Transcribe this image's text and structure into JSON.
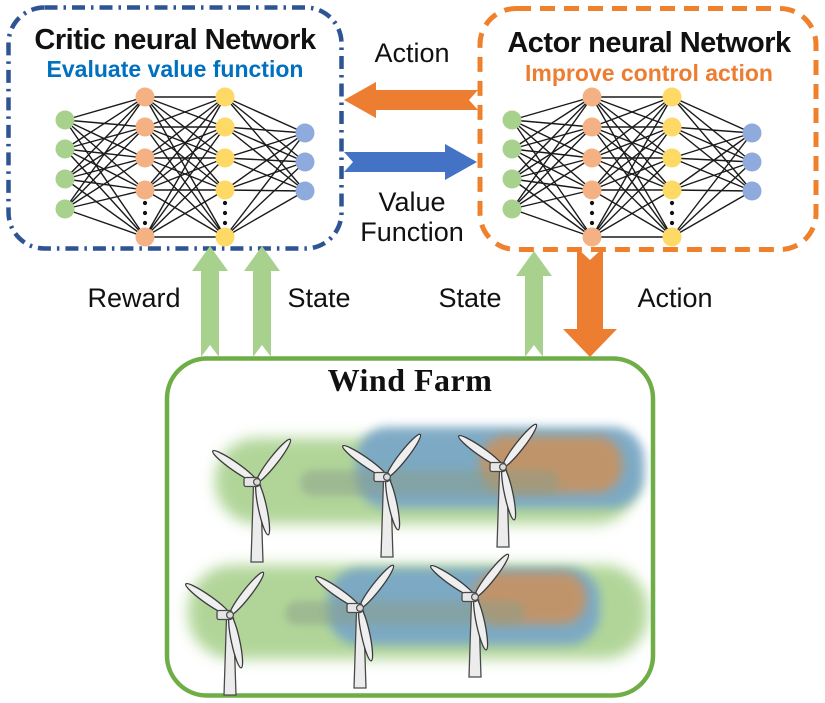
{
  "critic": {
    "title": "Critic neural Network",
    "subtitle": "Evaluate value function",
    "subtitle_color": "#0070c0",
    "border_color": "#2e5494"
  },
  "actor": {
    "title": "Actor neural Network",
    "subtitle": "Improve control action",
    "subtitle_color": "#ed7d31",
    "border_color": "#f0812c"
  },
  "exchange": {
    "action_label": "Action",
    "value_label": "Value Function",
    "action_arrow_color": "#ed7d31",
    "value_arrow_color": "#4472c4"
  },
  "environment_links": {
    "reward_label": "Reward",
    "state_label_critic": "State",
    "state_label_actor": "State",
    "action_label": "Action",
    "state_reward_arrow_color": "#a9d18e",
    "action_arrow_color": "#ed7d31"
  },
  "wind_farm": {
    "title": "Wind Farm",
    "border_color": "#6fae46",
    "turbine_count": 6,
    "wake_colors": {
      "near_wake": "#a9d18e",
      "mid_wake": "#7aa7c6",
      "far_wake": "#c0946a",
      "streak": "#8a9e8a"
    }
  },
  "neural_network": {
    "node_line_color": "#1a1a1a",
    "layers": [
      {
        "role": "input-layer",
        "color": "#a9d18e",
        "count": 4,
        "ellipsis": false
      },
      {
        "role": "hidden-layer-1",
        "color": "#f4b183",
        "count": 5,
        "ellipsis": true
      },
      {
        "role": "hidden-layer-2",
        "color": "#ffd966",
        "count": 5,
        "ellipsis": true
      },
      {
        "role": "output-layer",
        "color": "#8faadc",
        "count": 3,
        "ellipsis": false
      }
    ]
  }
}
